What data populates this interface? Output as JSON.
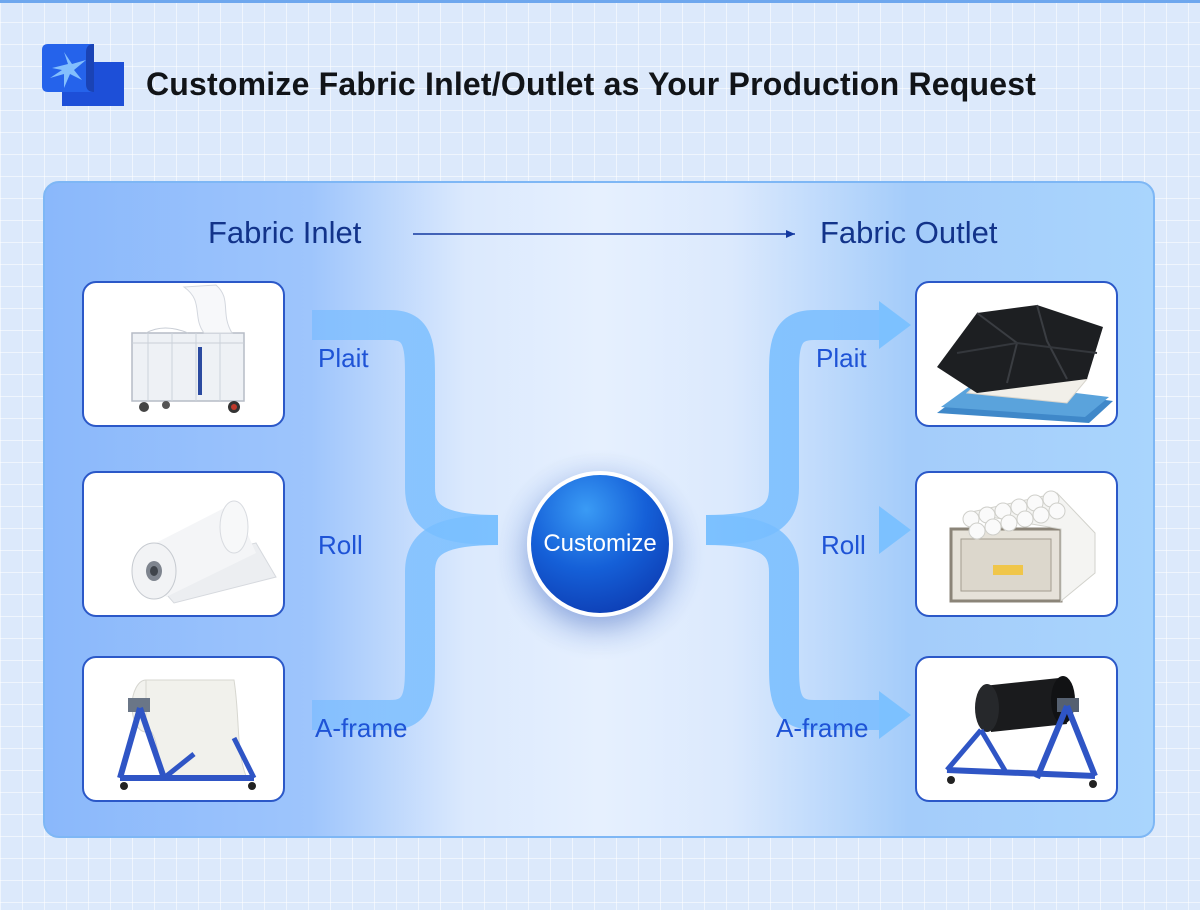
{
  "header": {
    "title": "Customize Fabric Inlet/Outlet as Your Production Request",
    "logo_icon": "fabric-roll-logo-icon"
  },
  "diagram": {
    "inlet_title": "Fabric Inlet",
    "outlet_title": "Fabric Outlet",
    "hub_label": "Customize",
    "inlet_labels": [
      "Plait",
      "Roll",
      "A-frame"
    ],
    "outlet_labels": [
      "Plait",
      "Roll",
      "A-frame"
    ],
    "inlet_images": [
      "plait-trolley-image",
      "white-fabric-roll-image",
      "white-a-frame-image"
    ],
    "outlet_images": [
      "black-plait-pallet-image",
      "white-roll-cage-image",
      "black-a-frame-image"
    ]
  },
  "colors": {
    "accent": "#1e53d6",
    "title_blue": "#12338a",
    "connector": "#7fc3ff",
    "frame_blue": "#2a56c4"
  }
}
